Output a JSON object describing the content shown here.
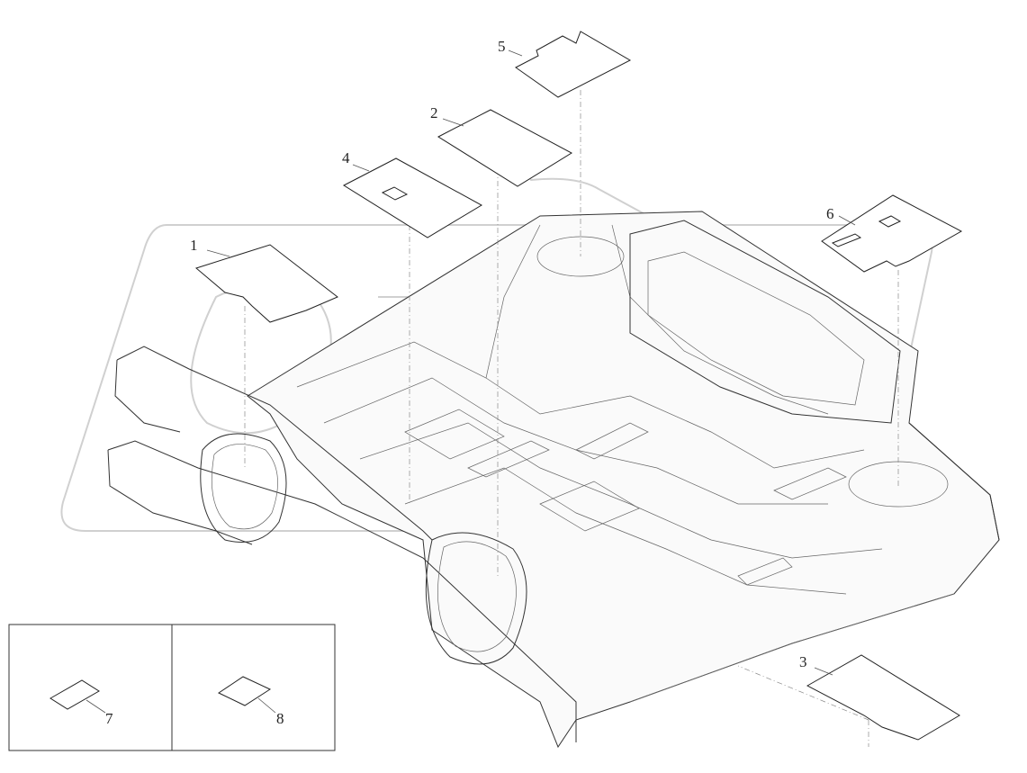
{
  "diagram": {
    "callouts": [
      {
        "id": "1",
        "label": "1"
      },
      {
        "id": "2",
        "label": "2"
      },
      {
        "id": "3",
        "label": "3"
      },
      {
        "id": "4",
        "label": "4"
      },
      {
        "id": "5",
        "label": "5"
      },
      {
        "id": "6",
        "label": "6"
      },
      {
        "id": "7",
        "label": "7"
      },
      {
        "id": "8",
        "label": "8"
      }
    ],
    "colors": {
      "line": "#222222",
      "watermark": "#d0d0d0",
      "background": "#ffffff"
    }
  }
}
